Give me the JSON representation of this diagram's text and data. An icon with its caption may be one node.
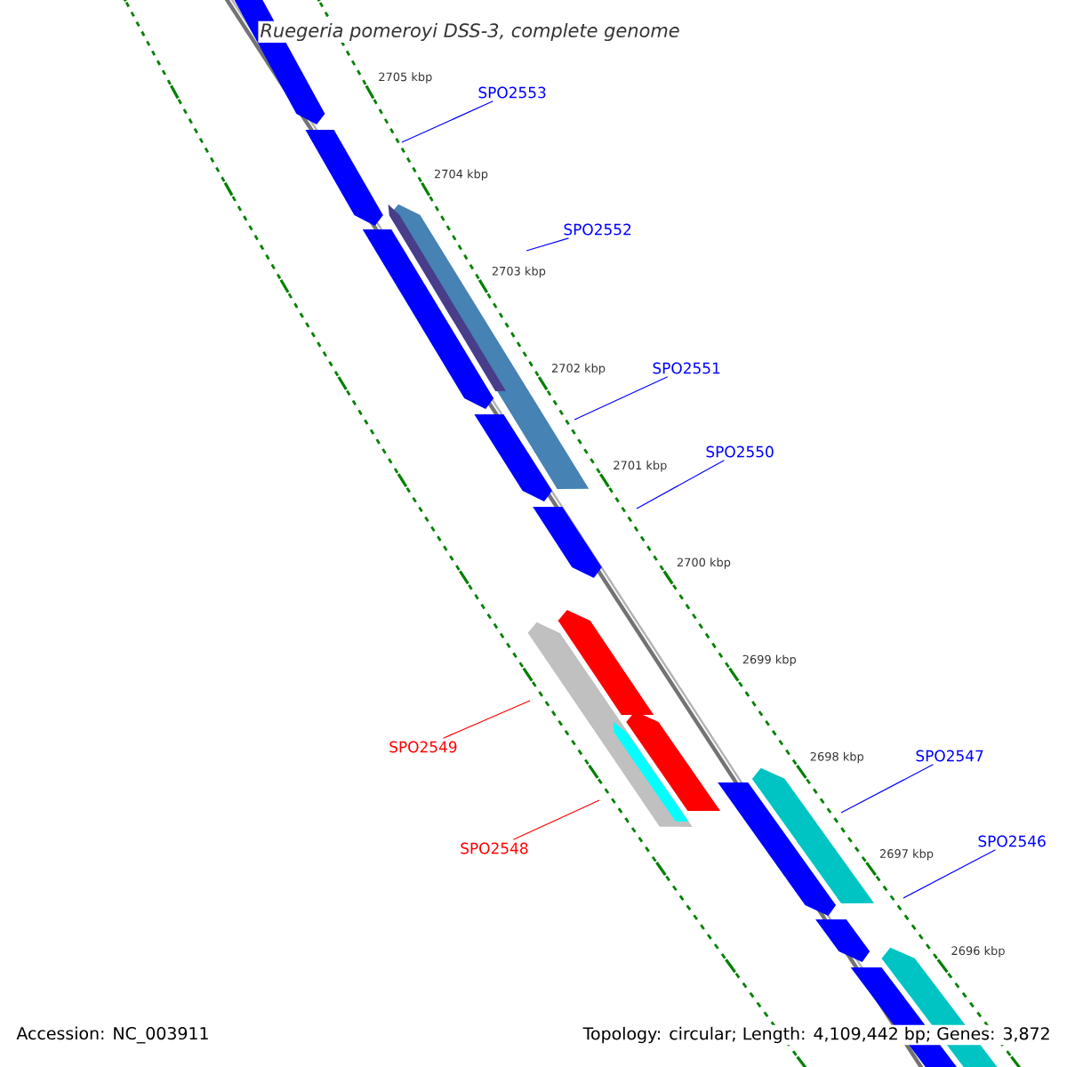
{
  "diagram": {
    "title": "Ruegeria pomeroyi DSS-3, complete genome",
    "nodes": [
      {
        "text": [
          "SPO2553"
        ]
      },
      {
        "text": [
          "SPO2552"
        ]
      },
      {
        "text": [
          "SPO2551"
        ]
      },
      {
        "text": [
          "SPO2550"
        ]
      },
      {
        "text": [
          "SPO2549"
        ]
      },
      {
        "text": [
          "SPO2548"
        ]
      },
      {
        "text": [
          "SPO2547"
        ]
      },
      {
        "text": [
          "SPO2546"
        ]
      }
    ],
    "edges": [
      {
        "from": 0,
        "to": null,
        "arrow": "none"
      },
      {
        "from": 1,
        "to": null,
        "arrow": "none"
      },
      {
        "from": 2,
        "to": null,
        "arrow": "none"
      },
      {
        "from": 3,
        "to": null,
        "arrow": "none"
      },
      {
        "from": 4,
        "to": null,
        "arrow": "none",
        "color": "#ff0000"
      },
      {
        "from": 5,
        "to": null,
        "arrow": "none",
        "color": "#ff0000"
      },
      {
        "from": 6,
        "to": null,
        "arrow": "none"
      },
      {
        "from": 7,
        "to": null,
        "arrow": "none"
      }
    ],
    "labels": [
      "2705 kbp",
      "2704 kbp",
      "2703 kbp",
      "2702 kbp",
      "2701 kbp",
      "2700 kbp",
      "2699 kbp",
      "2698 kbp",
      "2697 kbp",
      "2696 kbp",
      "Accession: NC_003911",
      "Topology: circular; Length: 4,109,442 bp; Genes: 3,872"
    ]
  }
}
